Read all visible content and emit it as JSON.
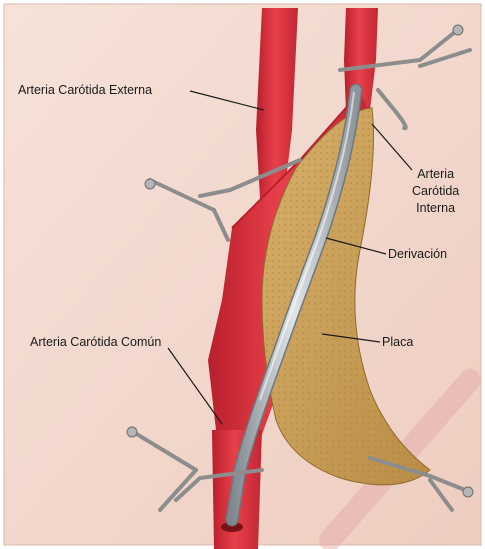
{
  "labels": {
    "external_carotid": "Arteria Carótida Externa",
    "internal_carotid_line1": "Arteria",
    "internal_carotid_line2": "Carótida",
    "internal_carotid_line3": "Interna",
    "shunt": "Derivación",
    "common_carotid": "Arteria Carótida Común",
    "plaque": "Placa"
  },
  "colors": {
    "background": "#f3dcd2",
    "artery": "#e2303d",
    "artery_shadow": "#b81f2c",
    "plaque": "#c9a058",
    "shunt": "#a8b0b6",
    "clamp": "#9a9a9a"
  }
}
